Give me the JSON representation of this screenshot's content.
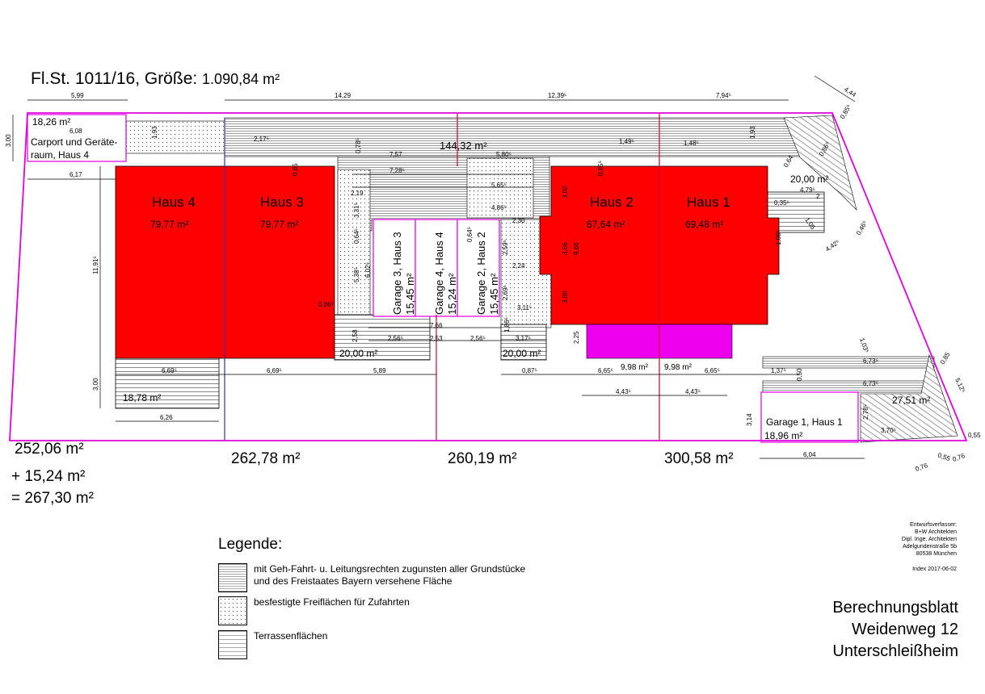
{
  "header": {
    "text": "Fl.St. 1011/16,  Größe: ",
    "value": "1.090,84 m²"
  },
  "colors": {
    "house": "#ff0000",
    "boundary": "#e000e0",
    "garage_border": "#e000e0",
    "terrace_magenta": "#ee00ee",
    "divider_blue": "#3333aa",
    "divider_red": "#cc0033"
  },
  "houses": [
    {
      "name": "Haus 4",
      "area": "79,77 m²"
    },
    {
      "name": "Haus 3",
      "area": "79,77 m²"
    },
    {
      "name": "Haus 2",
      "area": "67,64 m²"
    },
    {
      "name": "Haus 1",
      "area": "69,48 m²"
    }
  ],
  "garages": [
    {
      "name": "Garage 3,  Haus 3",
      "area": "15,45 m²"
    },
    {
      "name": "Garage 4,  Haus 4",
      "area": "15,24 m²"
    },
    {
      "name": "Garage 2, Haus 2",
      "area": "15,45 m²"
    },
    {
      "name": "Garage 1, Haus 1",
      "area": "18,96 m²"
    }
  ],
  "carport": {
    "area": "18,26 m²",
    "line1": "Carport und Geräte-",
    "line2": "raum, Haus 4"
  },
  "areas": {
    "access_strip": "144,32 m²",
    "terrace_left_mid": "20,00 m²",
    "terrace_center": "20,00 m²",
    "terrace_right_top": "20,00 m²",
    "terrace_h4": "18,78 m²",
    "magenta_h2": "9,98 m²",
    "magenta_h1": "9,98 m²",
    "right_corner": "27,51 m²"
  },
  "parcels": {
    "p4_line1": "252,06 m²",
    "p4_line2": "+ 15,24  m²",
    "p4_line3": "= 267,30 m²",
    "p3": "262,78 m²",
    "p2": "260,19 m²",
    "p1": "300,58 m²"
  },
  "dimensions": {
    "top": [
      "5,99",
      "14,29",
      "12,39⁵",
      "7,94⁵",
      "4,44"
    ],
    "left": [
      "3,00",
      "6,17",
      "11,91⁵",
      "3,00",
      "6,08"
    ],
    "misc": [
      "1,93",
      "0,78⁵",
      "2,17⁵",
      "7,57",
      "7,28⁵",
      "5,80⁵",
      "5,65⁵",
      "4,86⁵",
      "2,30",
      "2,19",
      "3,31⁵",
      "0,64⁵",
      "5,38⁵",
      "6,02⁵",
      "0,86⁵",
      "2,58",
      "2,56⁵",
      "2,53",
      "2,56⁵",
      "3,17⁵",
      "7,66",
      "1,86⁵",
      "3,11⁵",
      "2,24",
      "2,59⁵",
      "2,69⁵",
      "0,64⁵",
      "3,00",
      "3,66",
      "9,66",
      "3,00",
      "2,25",
      "1,49⁵",
      "1,48⁵",
      "1,93",
      "0,85⁵",
      "0,85",
      "4,79⁵",
      "0,35⁵",
      "1,05",
      "4,42⁵",
      "1,08⁵",
      "0,46⁵",
      "0,64",
      "0,86⁵",
      "0,85⁵",
      "1,03⁵",
      "6,73⁵",
      "6,73⁵",
      "0,50",
      "0,85",
      "5,12⁵",
      "0,55",
      "0,55",
      "0,76",
      "0,76",
      "2,78⁵",
      "3,70⁵",
      "3,14",
      "6,04",
      "6,69⁵",
      "6,69⁵",
      "5,89",
      "0,87⁵",
      "6,65⁵",
      "6,65⁵",
      "1,37⁵",
      "4,43⁵",
      "4,43⁵",
      "6,26",
      "2"
    ]
  },
  "legend": {
    "title": "Legende:",
    "items": [
      {
        "line1": "mit Geh-Fahrt- u. Leitungsrechten zugunsten aller Grundstücke",
        "line2": "und des Freistaates Bayern versehene Fläche",
        "pattern": "hatch-fine"
      },
      {
        "line1": "besfestigte Freiflächen für Zufahrten",
        "line2": "",
        "pattern": "dots"
      },
      {
        "line1": "Terrassenflächen",
        "line2": "",
        "pattern": "hatch-wide"
      }
    ]
  },
  "author": {
    "lines": [
      "Entwurfsverfasser:",
      "B+W Architekten",
      "Dipl. Inge. Architekten",
      "Adelgundenstraße 5b",
      "80538 München"
    ],
    "index": "Index 2017-06-02"
  },
  "sheet_title": {
    "line1": "Berechnungsblatt",
    "line2": "Weidenweg 12",
    "line3": "Unterschleißheim"
  }
}
